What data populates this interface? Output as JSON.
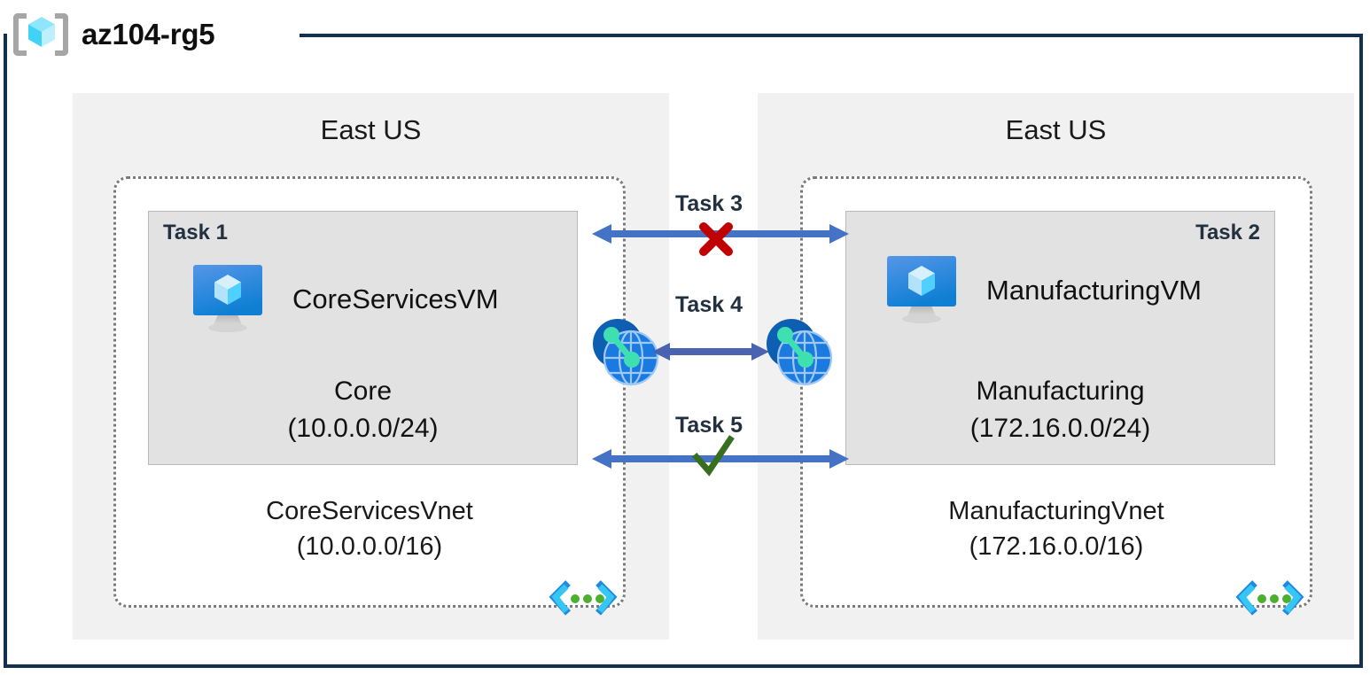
{
  "diagram": {
    "resource_group": {
      "name": "az104-rg5",
      "icon": "resource-group-cube-icon"
    },
    "regions": [
      {
        "id": "left",
        "label": "East US",
        "vnet": {
          "name": "CoreServicesVnet",
          "address_space": "(10.0.0.0/16)",
          "icon": "virtual-network-icon",
          "subnet": {
            "task": "Task 1",
            "task_align": "left",
            "vm_name": "CoreServicesVM",
            "vm_icon": "virtual-machine-icon",
            "subnet_name": "Core",
            "subnet_range": "(10.0.0.0/24)"
          }
        }
      },
      {
        "id": "right",
        "label": "East US",
        "vnet": {
          "name": "ManufacturingVnet",
          "address_space": "(172.16.0.0/16)",
          "icon": "virtual-network-icon",
          "subnet": {
            "task": "Task 2",
            "task_align": "right",
            "vm_name": "ManufacturingVM",
            "vm_icon": "virtual-machine-icon",
            "subnet_name": "Manufacturing",
            "subnet_range": "(172.16.0.0/24)"
          }
        }
      }
    ],
    "connectors": [
      {
        "id": "task3",
        "label": "Task 3",
        "marker": "red-x-icon",
        "status": "blocked"
      },
      {
        "id": "task4",
        "label": "Task 4",
        "marker": "peering-icon",
        "status": "peering"
      },
      {
        "id": "task5",
        "label": "Task 5",
        "marker": "green-check-icon",
        "status": "allowed"
      }
    ],
    "colors": {
      "frame_border": "#15304f",
      "region_fill": "#f1f1f1",
      "vnet_border": "#7a7a7a",
      "subnet_fill": "#e2e2e2",
      "arrow_blue": "#4472c4",
      "peer_arrow_blue": "#4a63b0",
      "blocked_red": "#c00000",
      "allowed_green": "#376e1f",
      "task_text": "#22303f",
      "vnet_icon_blue": "#2196f3",
      "vnet_icon_dot_green": "#4caf2f"
    }
  }
}
